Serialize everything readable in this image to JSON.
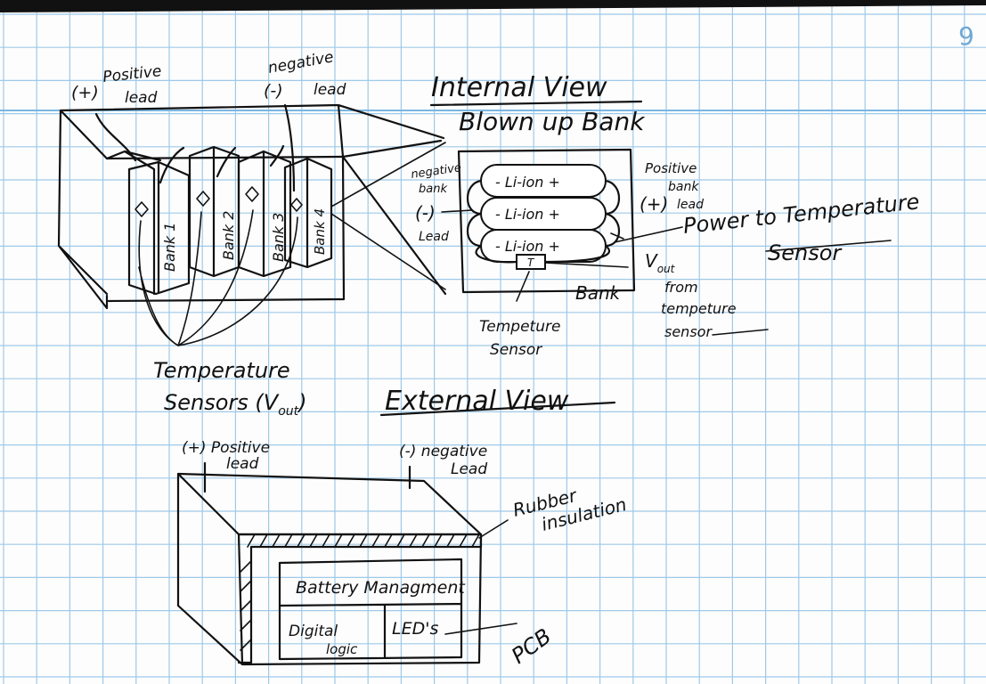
{
  "page_number": "9",
  "internal_view": {
    "title": "Internal View",
    "subtitle": "Blown up Bank",
    "positive_lead": {
      "sign": "(+)",
      "text1": "Positive",
      "text2": "lead"
    },
    "negative_lead": {
      "sign": "(-)",
      "text1": "negative",
      "text2": "lead"
    },
    "banks": [
      "Bank 1",
      "Bank 2",
      "Bank 3",
      "Bank 4"
    ],
    "temperature_sensors": {
      "line1": "Temperature",
      "line2": "Sensors (V",
      "sub": "out",
      "close": ")"
    },
    "blown_up": {
      "cells": [
        "- Li-ion +",
        "- Li-ion +",
        "- Li-ion +"
      ],
      "neg_bank_lead": {
        "l1": "negative",
        "l2": "bank",
        "sign": "(-)",
        "l3": "Lead"
      },
      "pos_bank_lead": {
        "l1": "Positive",
        "l2": "bank",
        "sign": "(+)",
        "l3": "lead"
      },
      "power_to_sensor": {
        "l1": "Power to Temperature",
        "l2": "Sensor"
      },
      "sensor_mark": "T",
      "vout": {
        "v": "V",
        "sub": "out",
        "l1": "from",
        "l2": "tempeture",
        "l3": "sensor"
      },
      "bank_label": "Bank",
      "sensor_label": {
        "l1": "Tempeture",
        "l2": "Sensor"
      }
    }
  },
  "external_view": {
    "title": "External View",
    "positive_lead": {
      "l1": "(+) Positive",
      "l2": "lead"
    },
    "negative_lead": {
      "l1": "(-) negative",
      "l2": "Lead"
    },
    "rubber": {
      "l1": "Rubber",
      "l2": "insulation"
    },
    "battery_management": "Battery Managment",
    "digital_logic": {
      "l1": "Digital",
      "l2": "logic"
    },
    "leds": "LED's",
    "pcb": "PCB"
  }
}
